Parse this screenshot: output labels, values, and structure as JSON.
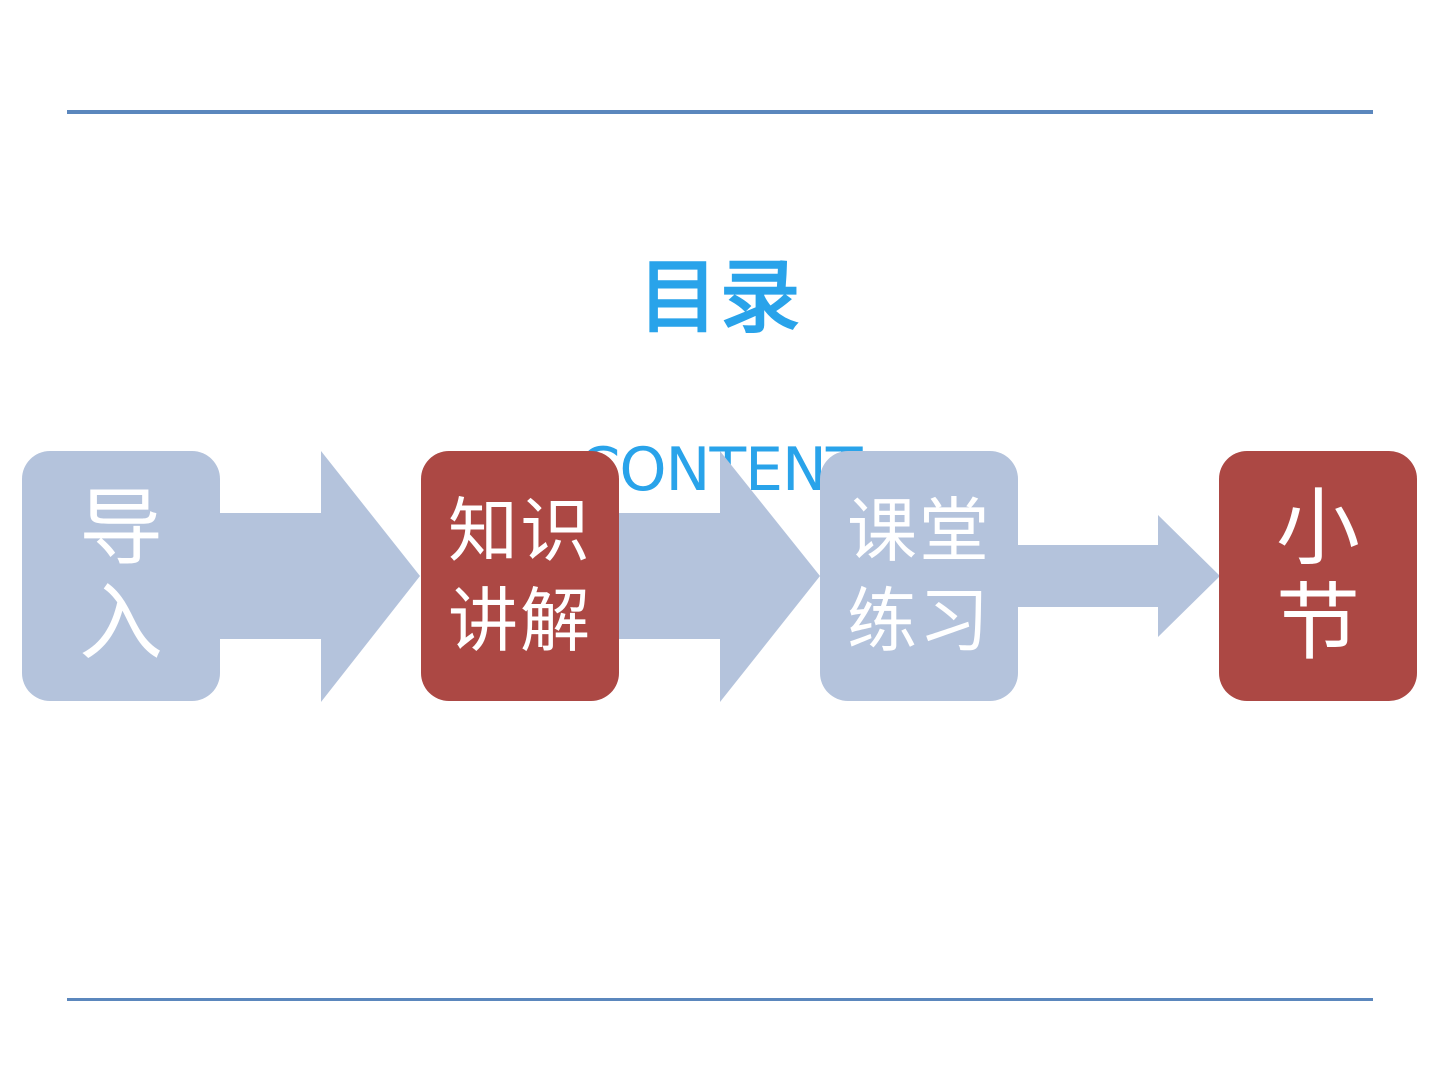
{
  "title": "目录",
  "subtitle": "CONTENT",
  "colors": {
    "rule": "#5b87bd",
    "title": "#29a3ea",
    "light_box": "#b4c3dc",
    "dark_box": "#ac4844",
    "arrow": "#b4c3dc"
  },
  "steps": [
    {
      "lines": [
        "导",
        "入"
      ],
      "style": "light"
    },
    {
      "lines": [
        "知识",
        "讲解"
      ],
      "style": "dark"
    },
    {
      "lines": [
        "课堂",
        "练习"
      ],
      "style": "light"
    },
    {
      "lines": [
        "小",
        "节"
      ],
      "style": "dark"
    }
  ]
}
